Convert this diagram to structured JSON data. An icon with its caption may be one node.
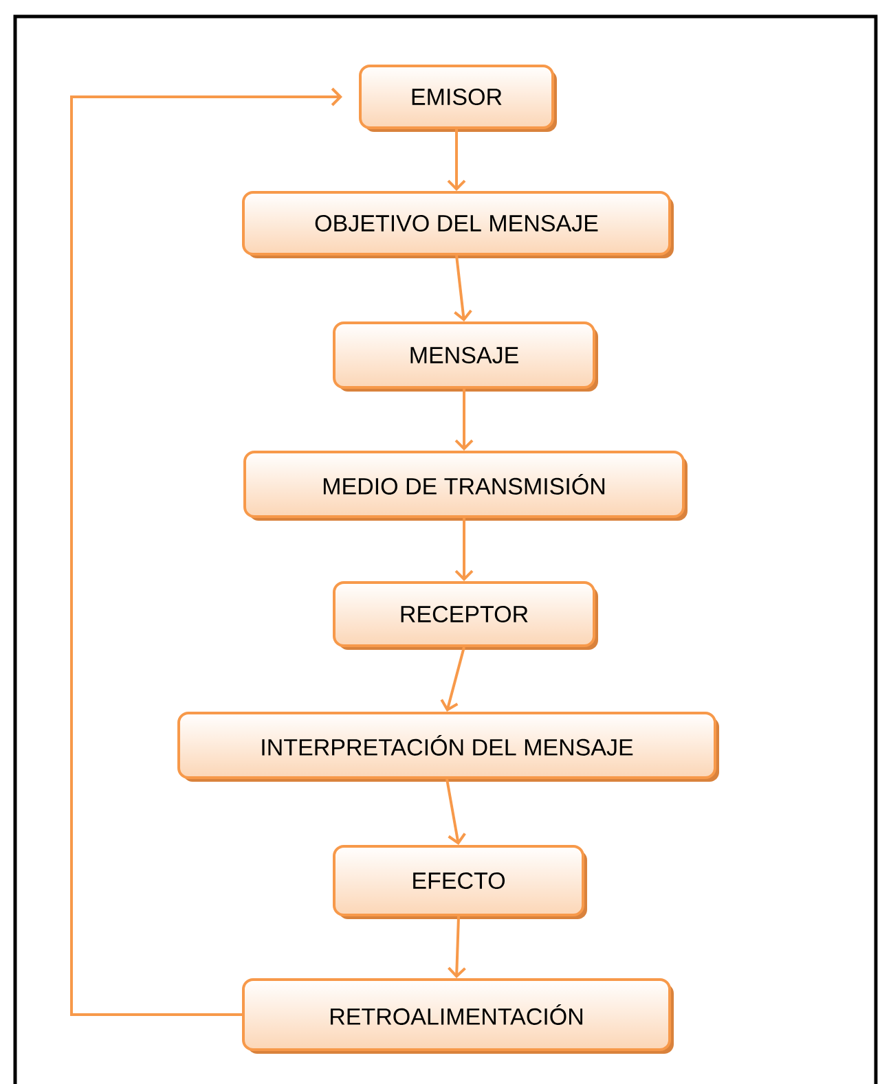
{
  "diagram": {
    "nodes": [
      {
        "text": [
          "EMISOR"
        ]
      },
      {
        "text": [
          "OBJETIVO DEL MENSAJE"
        ]
      },
      {
        "text": [
          "MENSAJE"
        ]
      },
      {
        "text": [
          "MEDIO DE TRANSMISIÓN"
        ]
      },
      {
        "text": [
          "RECEPTOR"
        ]
      },
      {
        "text": [
          "INTERPRETACIÓN DEL MENSAJE"
        ]
      },
      {
        "text": [
          "EFECTO"
        ]
      },
      {
        "text": [
          "RETROALIMENTACIÓN"
        ]
      }
    ],
    "edges": [
      {
        "from": 0,
        "to": 1,
        "arrow": "to"
      },
      {
        "from": 1,
        "to": 2,
        "arrow": "to"
      },
      {
        "from": 2,
        "to": 3,
        "arrow": "to"
      },
      {
        "from": 3,
        "to": 4,
        "arrow": "to"
      },
      {
        "from": 4,
        "to": 5,
        "arrow": "to"
      },
      {
        "from": 5,
        "to": 6,
        "arrow": "to"
      },
      {
        "from": 6,
        "to": 7,
        "arrow": "to"
      },
      {
        "from": 7,
        "to": 0,
        "arrow": "to"
      }
    ]
  }
}
